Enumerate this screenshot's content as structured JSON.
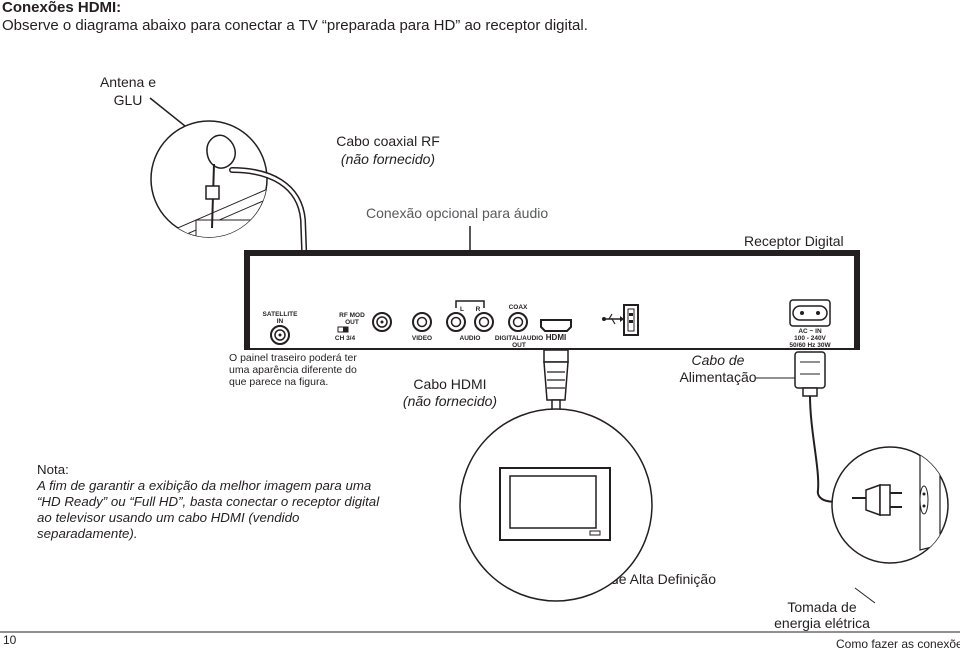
{
  "header": {
    "title": "Conexões HDMI:",
    "intro": "Observe o diagrama abaixo para conectar a TV “preparada para HD” ao receptor digital."
  },
  "labels": {
    "antenna_line1": "Antena e",
    "antenna_line2": "GLU",
    "coax_line1": "Cabo coaxial RF",
    "coax_line2": "(não fornecido)",
    "audio_optional": "Conexão opcional para áudio",
    "receiver": "Receptor Digital",
    "panel_note": "O painel traseiro poderá ter uma aparência diferente do que parece na figura.",
    "hdmi_cable_line1": "Cabo HDMI",
    "hdmi_cable_line2": "(não fornecido)",
    "power_cable_line1": "Cabo de",
    "power_cable_line2": "Alimentação",
    "tv": "Aparelho de TV de Alta Definição",
    "outlet_line1": "Tomada de",
    "outlet_line2": "energia elétrica"
  },
  "ports": {
    "satellite_in": [
      "SATELLITE",
      "IN"
    ],
    "rf_mod_out": [
      "RF MOD",
      "OUT"
    ],
    "ch": "CH 3/4",
    "video": "VIDEO",
    "audio": "AUDIO",
    "l": "L",
    "r": "R",
    "coax": "COAX",
    "digital_audio_out": [
      "DIGITAL/AUDIO",
      "OUT"
    ],
    "hdmi": "HDMI",
    "ac_in": [
      "AC ~ IN",
      "100 - 240V",
      "50/60 Hz  30W"
    ]
  },
  "note": {
    "title": "Nota:",
    "body": "A fim de garantir a exibição da melhor imagem para uma “HD Ready” ou “Full HD”, basta conectar o receptor digital ao televisor usando um cabo HDMI (vendido separadamente)."
  },
  "footer": {
    "page_number": "10",
    "section": "Como fazer as conexões"
  }
}
